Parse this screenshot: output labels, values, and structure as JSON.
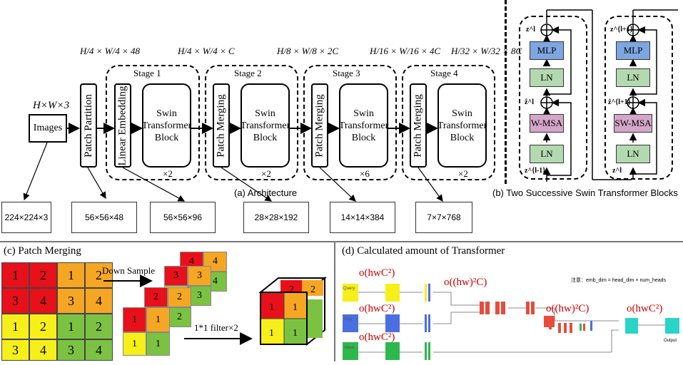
{
  "architecture": {
    "input_dim": "H×W×3",
    "images_label": "Images",
    "patch_partition": "Patch Partition",
    "linear_embedding": "Linear Embedding",
    "patch_merging": "Patch Merging",
    "swin_block": [
      "Swin",
      "Transformer",
      "Block"
    ],
    "stages": [
      "Stage 1",
      "Stage 2",
      "Stage 3",
      "Stage 4"
    ],
    "stage_dims": [
      "H/4 × W/4 × 48",
      "H/4 × W/4 × C",
      "H/8 × W/8 × 2C",
      "H/16 × W/16 × 4C",
      "H/32 × W/32 × 8C"
    ],
    "repeats": [
      "×2",
      "×2",
      "×6",
      "×2"
    ],
    "caption": "(a) Architecture",
    "feature_sizes": [
      "224×224×3",
      "56×56×48",
      "56×56×96",
      "28×28×192",
      "14×14×384",
      "7×7×768"
    ]
  },
  "blocks": {
    "caption": "(b) Two Successive Swin Transformer Blocks",
    "mlp": "MLP",
    "ln": "LN",
    "wmsa": "W-MSA",
    "swmsa": "SW-MSA",
    "z_labels": [
      "z^l",
      "ẑ^l",
      "z^{l-1}",
      "z^{l+1}",
      "ẑ^{l+1}",
      "z^l"
    ],
    "colors": {
      "mlp": "#7ea6e0",
      "ln": "#b3d9b0",
      "msa": "#d4a6c8"
    }
  },
  "patch_merging": {
    "caption": "(c) Patch Merging",
    "grid": [
      [
        "1",
        "2",
        "1",
        "2"
      ],
      [
        "3",
        "4",
        "3",
        "4"
      ],
      [
        "1",
        "2",
        "1",
        "2"
      ],
      [
        "3",
        "4",
        "3",
        "4"
      ]
    ],
    "down_sample": "Down Sample",
    "filter": "1*1 filter×2",
    "colors": {
      "red": "#e8101a",
      "orange": "#f5a623",
      "yellow": "#f7ef1a",
      "green": "#7cc242"
    }
  },
  "transformer": {
    "caption": "(d) Calculated amount of Transformer",
    "complexity": [
      "o(hwC²)",
      "o(hwC²)",
      "o(hwC²)",
      "o((hw)²C)",
      "o((hw)²C)",
      "o(hwC²)"
    ],
    "inputs": [
      "Query",
      "Key",
      "Value"
    ],
    "output": "Output",
    "note": "注意：emb_dim = head_dim × num_heads"
  }
}
